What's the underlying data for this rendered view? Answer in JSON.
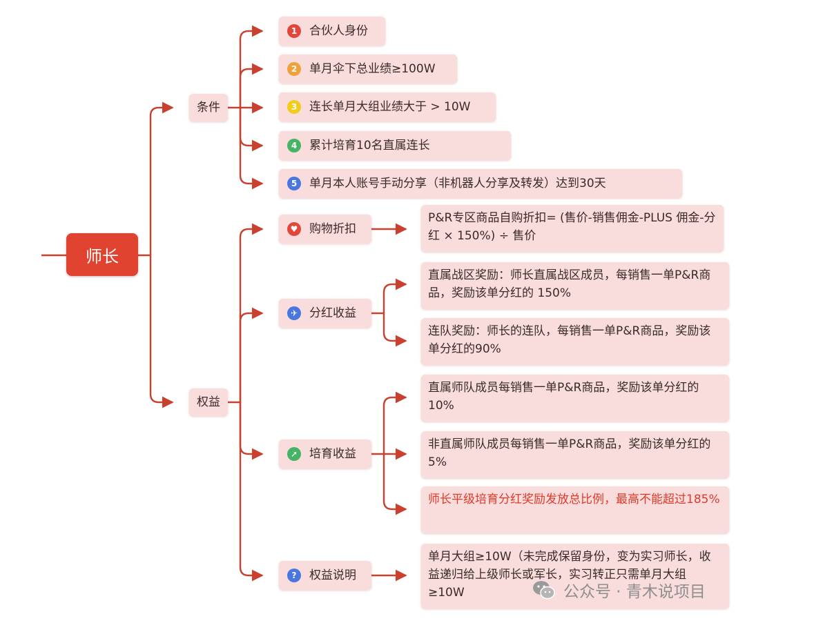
{
  "root": {
    "label": "师长"
  },
  "branches": [
    {
      "label": "条件",
      "items": [
        {
          "badge": "1",
          "icon": "number-1-badge-icon",
          "badge_color": "#e2473b",
          "text": "合伙人身份"
        },
        {
          "badge": "2",
          "icon": "number-2-badge-icon",
          "badge_color": "#f0a13a",
          "text": "单月伞下总业绩≥100W"
        },
        {
          "badge": "3",
          "icon": "number-3-badge-icon",
          "badge_color": "#f2cc1c",
          "text": "连长单月大组业绩大于 > 10W"
        },
        {
          "badge": "4",
          "icon": "number-4-badge-icon",
          "badge_color": "#47b366",
          "text": "累计培育10名直属连长"
        },
        {
          "badge": "5",
          "icon": "number-5-badge-icon",
          "badge_color": "#4a76e0",
          "text": "单月本人账号手动分享（非机器人分享及转发）达到30天"
        }
      ]
    },
    {
      "label": "权益",
      "items": [
        {
          "badge": "♥",
          "icon": "heart-icon",
          "badge_color": "#e2473b",
          "text": "购物折扣",
          "details": [
            {
              "text": "P&R专区商品自购折扣= (售价-销售佣金-PLUS 佣金-分红 × 150%) ÷ 售价",
              "alert": false
            }
          ]
        },
        {
          "badge": "✈",
          "icon": "airplane-icon",
          "badge_color": "#4a76e0",
          "text": "分红收益",
          "details": [
            {
              "text": "直属战区奖励：师长直属战区成员，每销售一单P&R商品，奖励该单分红的 150%",
              "alert": false
            },
            {
              "text": "连队奖励：师长的连队，每销售一单P&R商品，奖励该单分红的90%",
              "alert": false
            }
          ]
        },
        {
          "badge": "➚",
          "icon": "running-person-icon",
          "badge_color": "#47b366",
          "text": "培育收益",
          "details": [
            {
              "text": "直属师队成员每销售一单P&R商品，奖励该单分红的10%",
              "alert": false
            },
            {
              "text": "非直属师队成员每销售一单P&R商品，奖励该单分红的5%",
              "alert": false
            },
            {
              "text": "师长平级培育分红奖励发放总比例，最高不能超过185%",
              "alert": true
            }
          ]
        },
        {
          "badge": "?",
          "icon": "question-mark-icon",
          "badge_color": "#4a76e0",
          "text": "权益说明",
          "details": [
            {
              "text": "单月大组≥10W（未完成保留身份，变为实习师长，收益递归给上级师长或军长，实习转正只需单月大组≥10W",
              "alert": false
            }
          ]
        }
      ]
    }
  ],
  "watermark": {
    "icon": "wechat-icon",
    "text": "公众号 · 青木说项目"
  },
  "colors": {
    "connector": "#c9402e",
    "node_fill": "#f9dcdc",
    "root_fill": "#e0432f",
    "alert_text": "#e03a2a"
  }
}
